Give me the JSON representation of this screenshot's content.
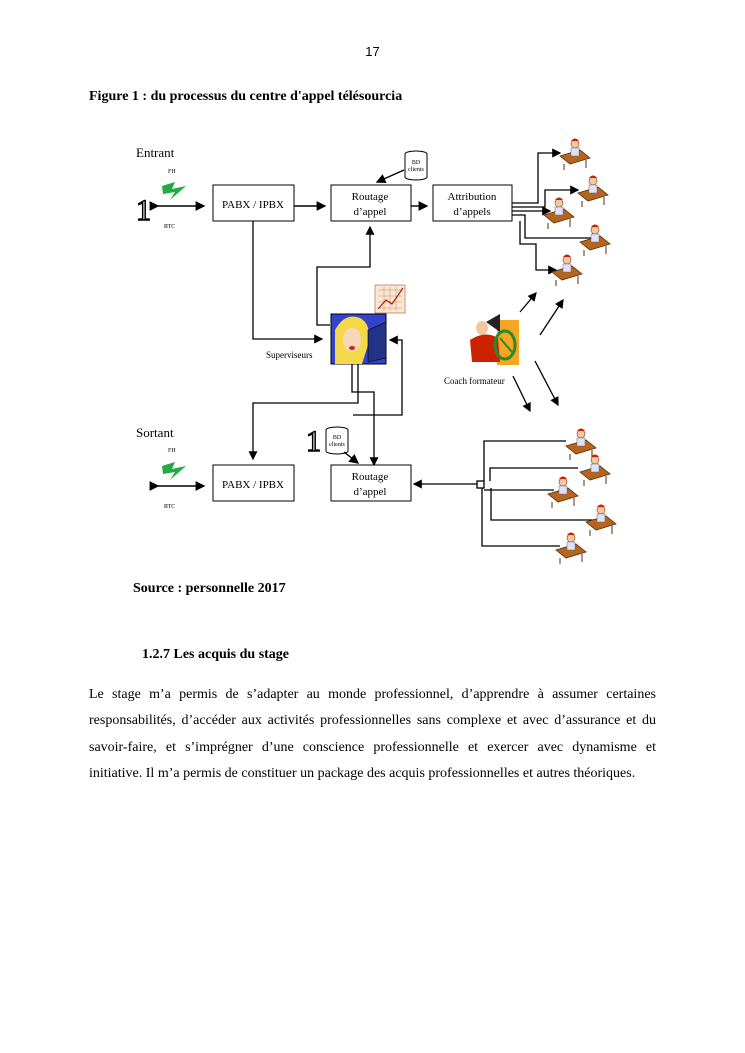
{
  "page": {
    "number": "17",
    "figure_caption": "Figure 1 : du processus du centre d'appel télésourcia",
    "source": "Source : personnelle 2017",
    "section_heading": "1.2.7 Les acquis du stage",
    "paragraph": "Le stage m’a permis de s’adapter au monde professionnel, d’apprendre à assumer certaines responsabilités, d’accéder aux activités professionnelles sans complexe et avec d’assurance et du savoir-faire, et s’imprégner d’une conscience professionnelle et exercer avec dynamisme et initiative. Il m’a permis de constituer un package des acquis professionnelles et autres théoriques."
  },
  "diagram": {
    "entrant_label": "Entrant",
    "sortant_label": "Sortant",
    "fh_label": "FH",
    "rtc_label": "RTC",
    "digit_one": "1",
    "pabx_label": "PABX / IPBX",
    "routage_line1": "Routage",
    "routage_line2": "d’appel",
    "attribution_line1": "Attribution",
    "attribution_line2": "d’appels",
    "bd_line1": "BD",
    "bd_line2": "clients",
    "superviseurs_label": "Superviseurs",
    "coach_label": "Coach formateur"
  }
}
